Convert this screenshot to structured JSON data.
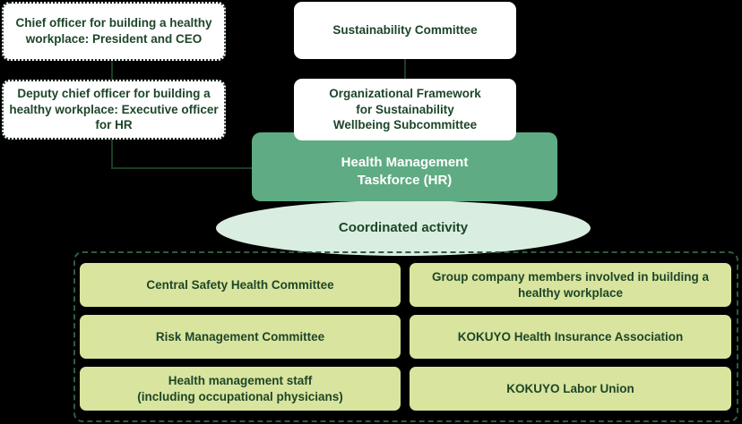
{
  "colors": {
    "background": "#000000",
    "box_text": "#1d4629",
    "white_box_fill": "#ffffff",
    "dotted_border": "#1c2b20",
    "taskforce_fill": "#5fab84",
    "taskforce_text": "#ffffff",
    "ellipse_fill": "#d9eee0",
    "cell_fill": "#d9e49e",
    "panel_border": "#2e5c40",
    "connector": "#1b3d26"
  },
  "nodes": {
    "chief_officer": "Chief officer for building a healthy\nworkplace: President and CEO",
    "deputy_chief_officer": "Deputy chief officer for building a\nhealthy workplace: Executive officer\nfor HR",
    "sustainability_committee": "Sustainability Committee",
    "sustainability_framework": "Organizational Framework\nfor Sustainability\nWellbeing Subcommittee",
    "taskforce": "Health Management\nTaskforce (HR)",
    "coordinated_activity": "Coordinated activity"
  },
  "coordinated_bodies": [
    "Central Safety Health Committee",
    "Group company members involved in building a\nhealthy workplace",
    "Risk Management Committee",
    "KOKUYO Health Insurance Association",
    "Health management staff\n(including occupational physicians)",
    "KOKUYO Labor Union"
  ]
}
